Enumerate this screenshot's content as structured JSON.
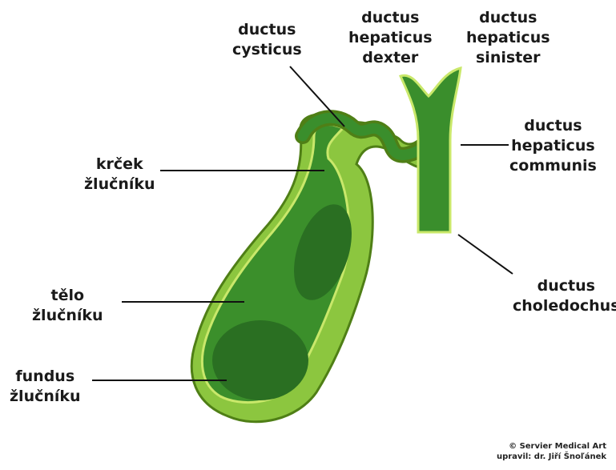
{
  "labels": {
    "ductus_cysticus": [
      "ductus",
      "cysticus"
    ],
    "ductus_hepaticus_dexter": [
      "ductus",
      "hepaticus",
      "dexter"
    ],
    "ductus_hepaticus_sinister": [
      "ductus",
      "hepaticus",
      "sinister"
    ],
    "ductus_hepaticus_communis": [
      "ductus",
      "hepaticus",
      "communis"
    ],
    "krcek_zlucniku": [
      "krček",
      "žlučníku"
    ],
    "ductus_choledochus": [
      "ductus",
      "choledochus"
    ],
    "telo_zlucniku": [
      "tělo",
      "žlučníku"
    ],
    "fundus_zlucniku": [
      "fundus",
      "žlučníku"
    ]
  },
  "credit": [
    "© Servier Medical Art",
    "upravil: dr. Jiří Šnoľánek"
  ],
  "colors": {
    "wall_light": "#8cc63f",
    "wall_outline": "#4f7f16",
    "lumen": "#3b8f2b",
    "lumen_dark": "#2a6f22",
    "duct": "#3a8e2c",
    "leader": "#111111"
  }
}
